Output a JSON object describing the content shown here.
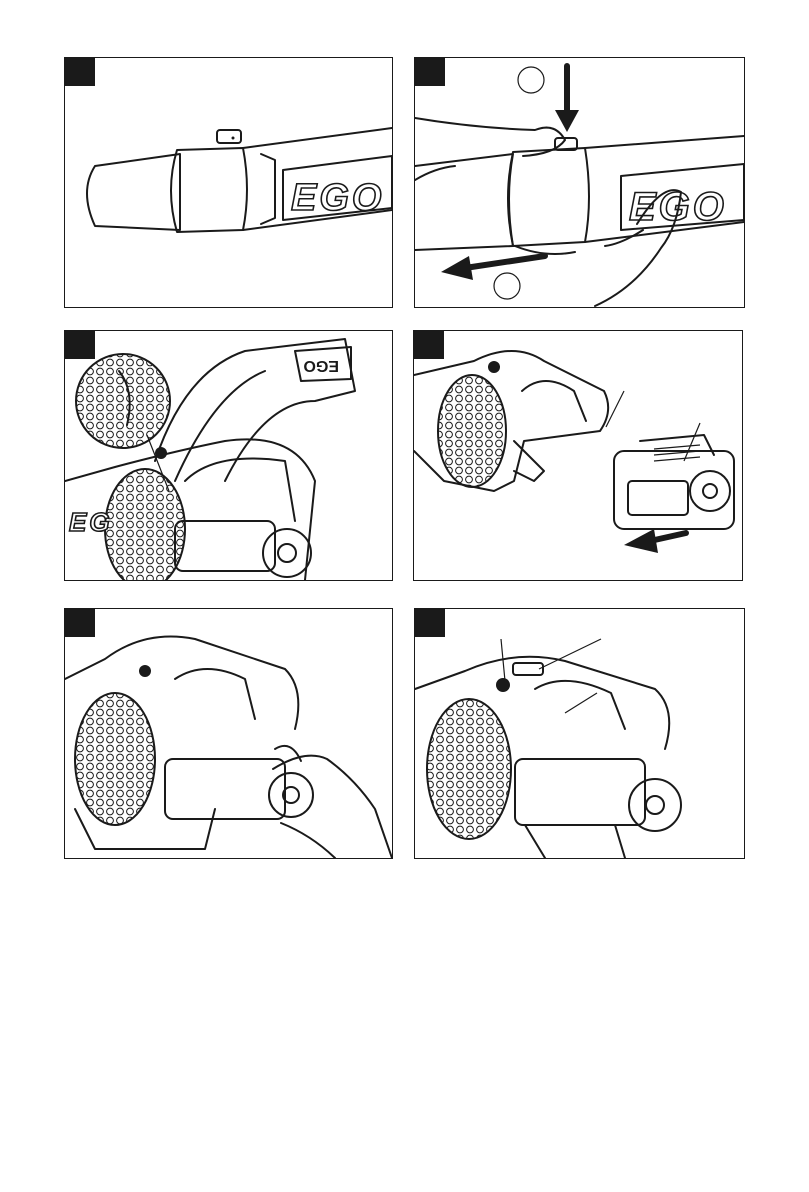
{
  "page": {
    "panels": [
      {
        "id": "p1",
        "step": "",
        "brand_text": "EGO"
      },
      {
        "id": "p2",
        "step": "",
        "brand_text": "EGO",
        "callouts": [
          "",
          ""
        ]
      },
      {
        "id": "p3",
        "step": "",
        "strap_text": "EGO"
      },
      {
        "id": "p4",
        "step": ""
      },
      {
        "id": "p5",
        "step": ""
      },
      {
        "id": "p6",
        "step": ""
      }
    ]
  }
}
